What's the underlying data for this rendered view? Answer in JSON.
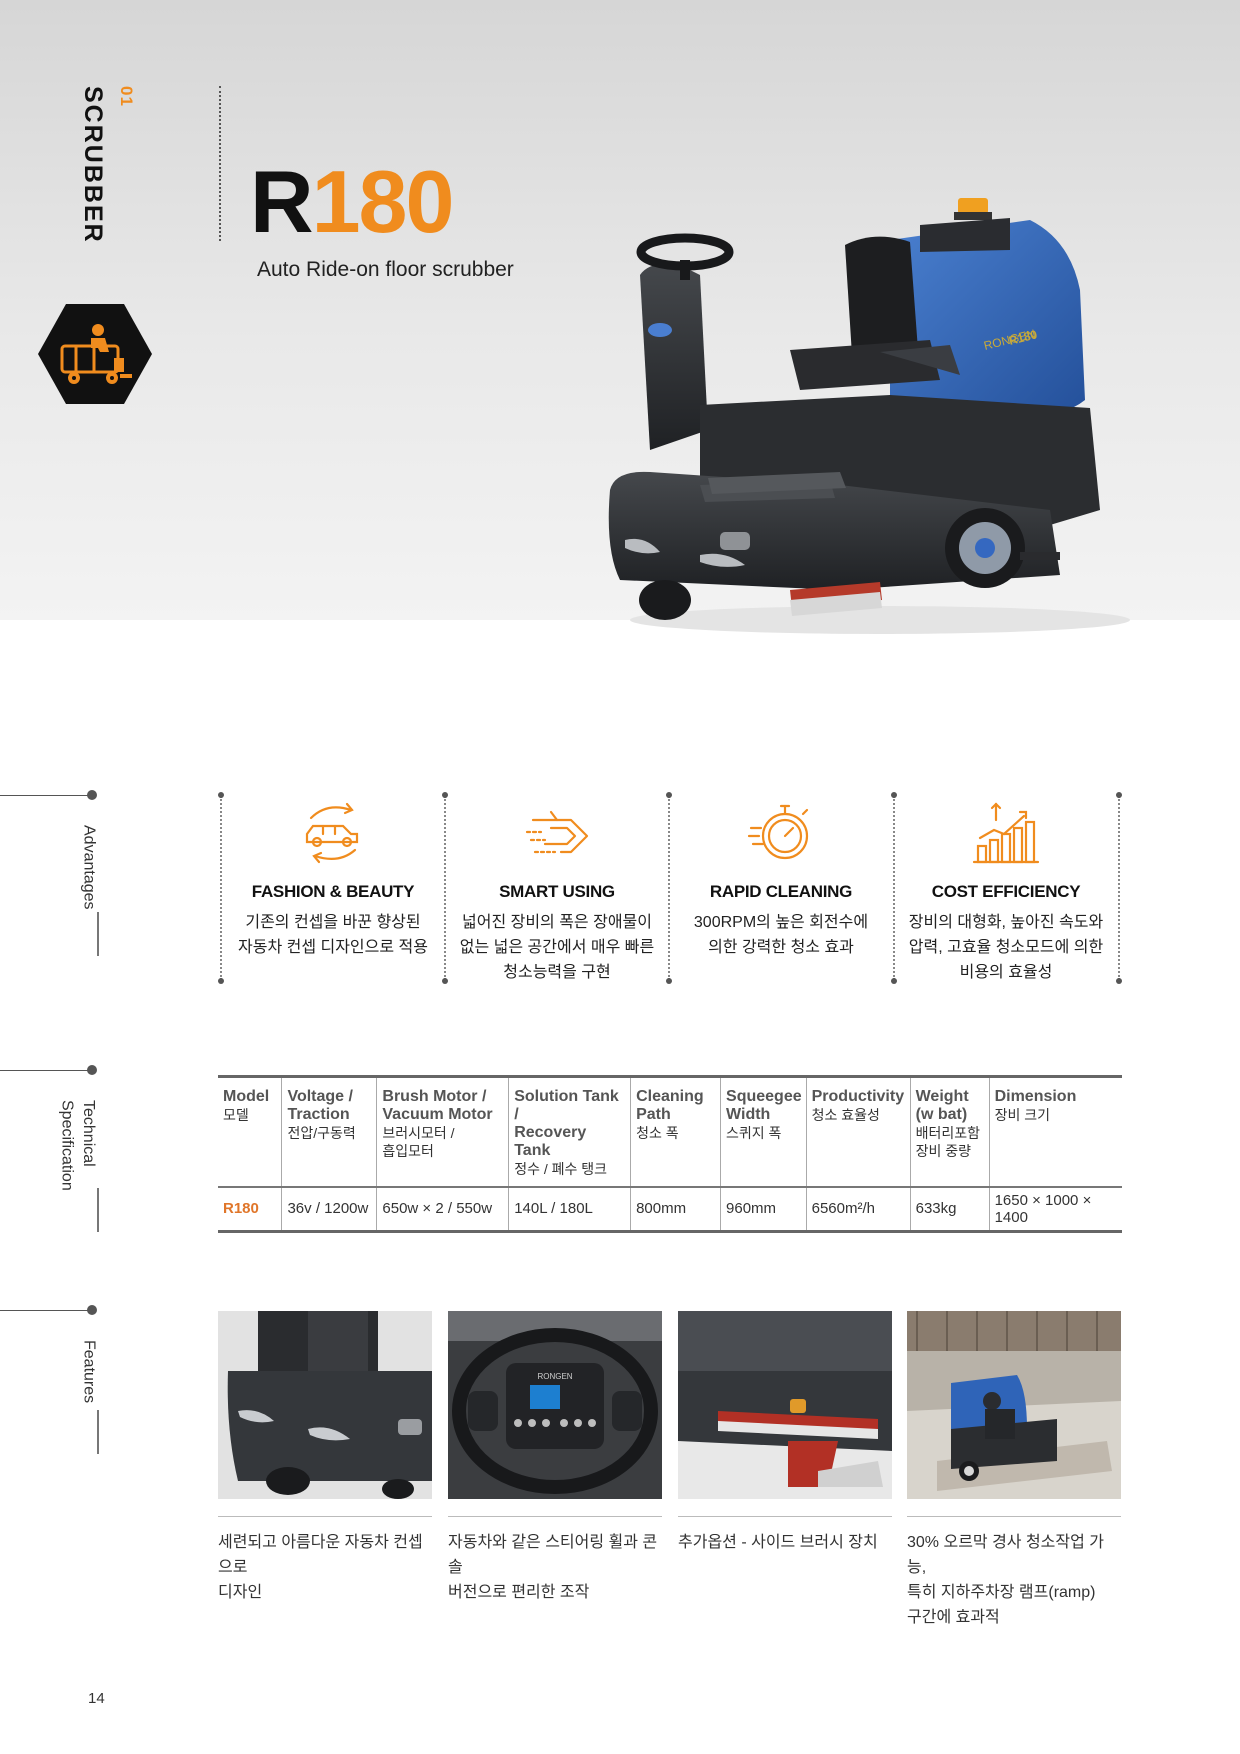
{
  "header": {
    "section_number": "01",
    "section_title": "SCRUBBER",
    "model_letter": "R",
    "model_number": "180",
    "subtitle": "Auto Ride-on floor scrubber"
  },
  "machine_brand": {
    "brand": "RONGEN",
    "model_badge": "R180"
  },
  "sections": {
    "advantages": "Advantages",
    "technical_line1": "Technical",
    "technical_line2": "Specification",
    "features": "Features"
  },
  "advantages": [
    {
      "icon": "car-refresh-icon",
      "title": "FASHION & BEAUTY",
      "desc_line1": "기존의 컨셉을 바꾼 향상된",
      "desc_line2": "자동차 컨셉 디자인으로 적용",
      "desc_line3": ""
    },
    {
      "icon": "fast-arrows-icon",
      "title": "SMART USING",
      "desc_line1": "넓어진 장비의 폭은 장애물이",
      "desc_line2": "없는 넓은 공간에서 매우 빠른",
      "desc_line3": "청소능력을 구현"
    },
    {
      "icon": "stopwatch-icon",
      "title": "RAPID CLEANING",
      "desc_line1": "300RPM의 높은 회전수에",
      "desc_line2": "의한 강력한 청소 효과",
      "desc_line3": ""
    },
    {
      "icon": "growth-chart-icon",
      "title": "COST EFFICIENCY",
      "desc_line1": "장비의 대형화, 높아진 속도와",
      "desc_line2": "압력, 고효율 청소모드에 의한",
      "desc_line3": "비용의 효율성"
    }
  ],
  "spec_table": {
    "headers": [
      {
        "en1": "Model",
        "en2": "",
        "ko1": "모델",
        "ko2": ""
      },
      {
        "en1": "Voltage /",
        "en2": "Traction",
        "ko1": "전압/구동력",
        "ko2": ""
      },
      {
        "en1": "Brush Motor /",
        "en2": "Vacuum Motor",
        "ko1": "브러시모터 /",
        "ko2": "흡입모터"
      },
      {
        "en1": "Solution Tank /",
        "en2": "Recovery Tank",
        "ko1": "정수 / 폐수 탱크",
        "ko2": ""
      },
      {
        "en1": "Cleaning",
        "en2": "Path",
        "ko1": "청소 폭",
        "ko2": ""
      },
      {
        "en1": "Squeegee",
        "en2": "Width",
        "ko1": "스퀴지 폭",
        "ko2": ""
      },
      {
        "en1": "Productivity",
        "en2": "",
        "ko1": "청소 효율성",
        "ko2": ""
      },
      {
        "en1": "Weight",
        "en2": "(w bat)",
        "ko1": "배터리포함",
        "ko2": "장비 중량"
      },
      {
        "en1": "Dimension",
        "en2": "",
        "ko1": "장비 크기",
        "ko2": ""
      }
    ],
    "row": [
      "R180",
      "36v / 1200w",
      "650w × 2 / 550w",
      "140L / 180L",
      "800mm",
      "960mm",
      "6560m²/h",
      "633kg",
      "1650 × 1000 × 1400"
    ]
  },
  "features": [
    {
      "line1": "세련되고 아름다운 자동차 컨셉으로",
      "line2": "디자인",
      "line3": ""
    },
    {
      "line1": "자동차와 같은 스티어링 휠과 콘솔",
      "line2": "버전으로 편리한 조작",
      "line3": ""
    },
    {
      "line1": "추가옵션  -  사이드 브러시 장치",
      "line2": "",
      "line3": ""
    },
    {
      "line1": "30% 오르막 경사 청소작업 가능,",
      "line2": "특히 지하주차장 램프(ramp)",
      "line3": "구간에 효과적"
    }
  ],
  "steering_brand": "RONGEN",
  "page_number": "14",
  "colors": {
    "accent": "#f08c1e",
    "machine_blue": "#2f64b8",
    "machine_dark": "#2e3033"
  }
}
